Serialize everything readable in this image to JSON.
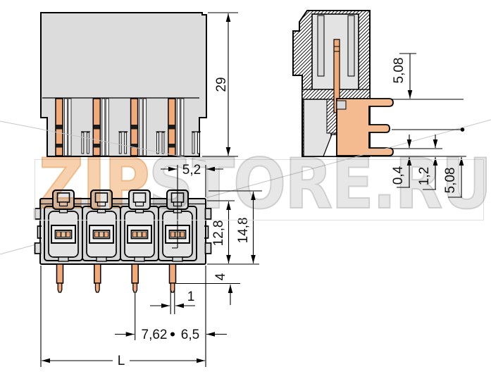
{
  "drawing": {
    "front_view": {
      "height_dim": "29"
    },
    "side_view": {
      "top_pitch_dim": "5,08",
      "gap_dim": "0,4",
      "pin_thickness_dim": "1,2",
      "bottom_pitch_dim": "5,08"
    },
    "bottom_view": {
      "slot_width_dim": "5,2",
      "body_depth_dim": "12,8",
      "total_depth_dim": "14,8",
      "pin_length_dim": "4",
      "pin_tip_width_dim": "1",
      "pitch_dim": "7,62",
      "edge_dim": "6,5",
      "length_dim": "L"
    }
  },
  "watermark": {
    "part1": "ZIP",
    "part2": "STORE.RU"
  },
  "colors": {
    "copper": "#f2aa78",
    "copper_light": "#f5bb90",
    "body_grey": "#dcdcdc",
    "cavity_grey": "#e3e3e3",
    "module_grey": "#d7d7d7",
    "module_inner_grey": "#e4e4e4",
    "window_grey": "#efefef",
    "outline": "#000000",
    "leader_grey": "#c6c6c6",
    "watermark_orange": "#f6c8a0",
    "watermark_grey": "#e3e3e3"
  }
}
